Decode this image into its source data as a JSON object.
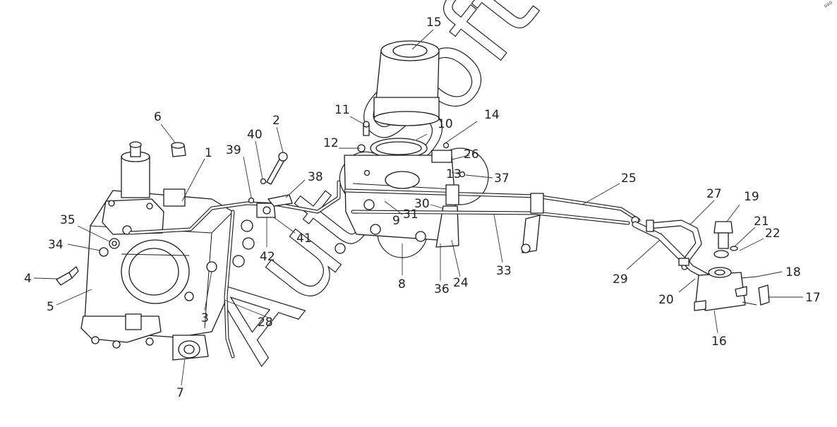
{
  "diagram": {
    "watermark": "AutoSoft",
    "corner_mark": "ooo",
    "callouts": [
      "1",
      "2",
      "3",
      "4",
      "5",
      "6",
      "7",
      "8",
      "9",
      "10",
      "11",
      "12",
      "13",
      "14",
      "15",
      "16",
      "17",
      "18",
      "19",
      "20",
      "21",
      "22",
      "24",
      "25",
      "26",
      "27",
      "28",
      "29",
      "30",
      "31",
      "33",
      "34",
      "35",
      "36",
      "37",
      "38",
      "39",
      "40",
      "41",
      "42"
    ]
  }
}
